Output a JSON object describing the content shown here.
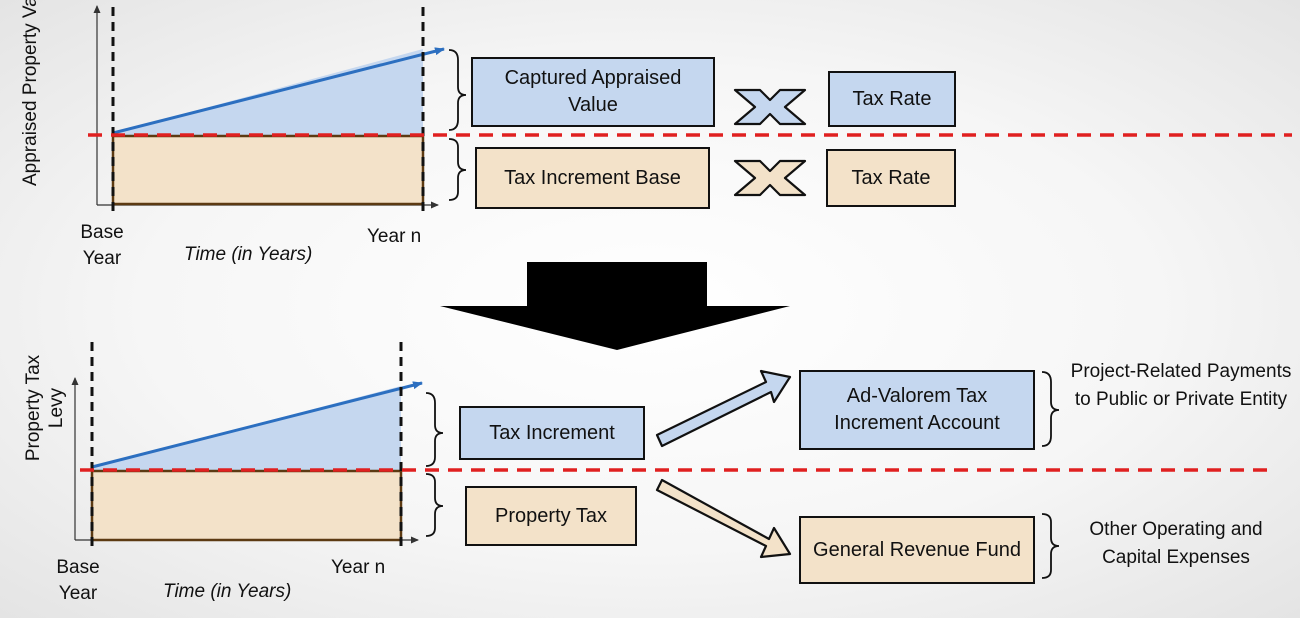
{
  "top_chart": {
    "y_label": "Appraised Property Value",
    "x_label": "Time (in Years)",
    "start_label": "Base Year",
    "end_label": "Year n"
  },
  "bottom_chart": {
    "y_label": "Property Tax Levy",
    "x_label": "Time (in Years)",
    "start_label": "Base Year",
    "end_label": "Year n"
  },
  "boxes": {
    "captured_value": "Captured Appraised Value",
    "tax_increment_base": "Tax Increment Base",
    "tax_rate_1": "Tax Rate",
    "tax_rate_2": "Tax Rate",
    "tax_increment": "Tax Increment",
    "property_tax": "Property Tax",
    "ad_valorem_account": "Ad-Valorem Tax Increment Account",
    "general_revenue_fund": "General Revenue Fund"
  },
  "notes": {
    "project_payments": "Project-Related Payments to Public or Private Entity",
    "other_expenses": "Other Operating and Capital Expenses"
  },
  "colors": {
    "increment_fill": "#c5d7ef",
    "base_fill": "#f3e2c9",
    "base_border": "#5c3a12",
    "trend_line": "#2c6fc0",
    "threshold_line": "#e02020"
  }
}
